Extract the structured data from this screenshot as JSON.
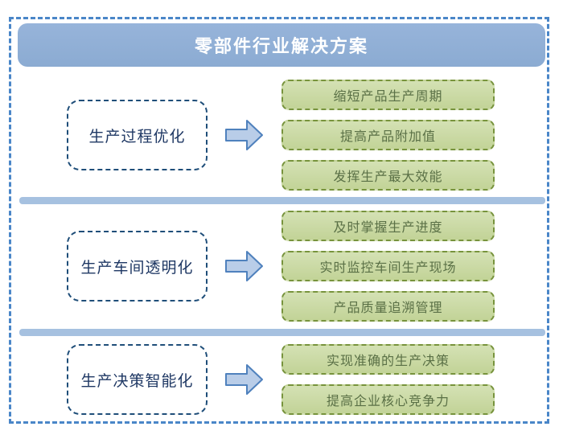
{
  "title": "零部件行业解决方案",
  "colors": {
    "outer_border": "#4a86c8",
    "title_bg": "#8fadd6",
    "title_text": "#ffffff",
    "category_border": "#1f4e79",
    "category_text": "#1f3864",
    "arrow_fill": "#b9cde8",
    "arrow_stroke": "#4f81bd",
    "outcome_bg": "#c9d9a3",
    "outcome_border": "#77933c",
    "outcome_text": "#5a7046",
    "divider": "#a6c1e0"
  },
  "sections": [
    {
      "category": "生产过程优化",
      "outcomes": [
        "缩短产品生产周期",
        "提高产品附加值",
        "发挥生产最大效能"
      ]
    },
    {
      "category": "生产车间透明化",
      "outcomes": [
        "及时掌握生产进度",
        "实时监控车间生产现场",
        "产品质量追溯管理"
      ]
    },
    {
      "category": "生产决策智能化",
      "outcomes": [
        "实现准确的生产决策",
        "提高企业核心竞争力"
      ]
    }
  ]
}
